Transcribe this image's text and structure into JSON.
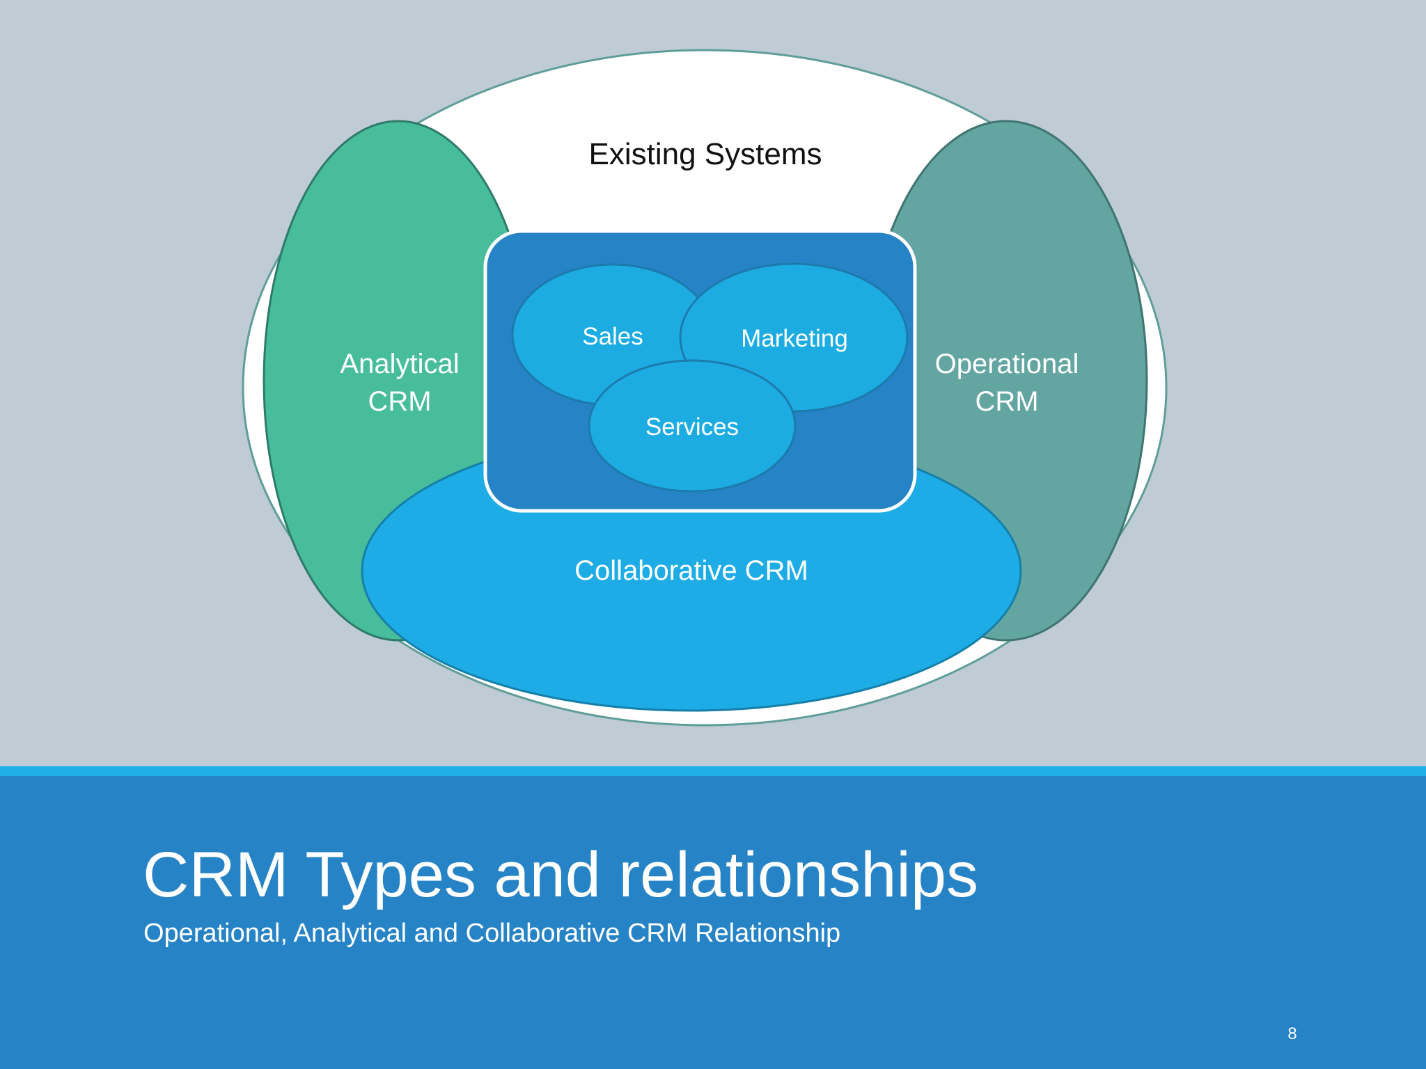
{
  "diagram": {
    "existing_systems": "Existing Systems",
    "analytical_crm": [
      "Analytical",
      "CRM"
    ],
    "operational_crm": [
      "Operational",
      "CRM"
    ],
    "collaborative_crm": "Collaborative CRM",
    "sales": "Sales",
    "marketing": "Marketing",
    "services": "Services"
  },
  "slide": {
    "title": "CRM Types and relationships",
    "subtitle": "Operational, Analytical and Collaborative CRM Relationship",
    "page_number": "8"
  },
  "colors": {
    "background": "#bfcbd5",
    "existing_systems_fill": "#ffffff",
    "analytical_fill": "#47bd9c",
    "operational_fill": "#63a5a1",
    "collaborative_fill": "#1eace6",
    "core_box_fill": "#2683c6",
    "bubble_fill": "#1dace2",
    "footer_fill": "#2683c6",
    "footer_accent": "#1fb0e8"
  }
}
